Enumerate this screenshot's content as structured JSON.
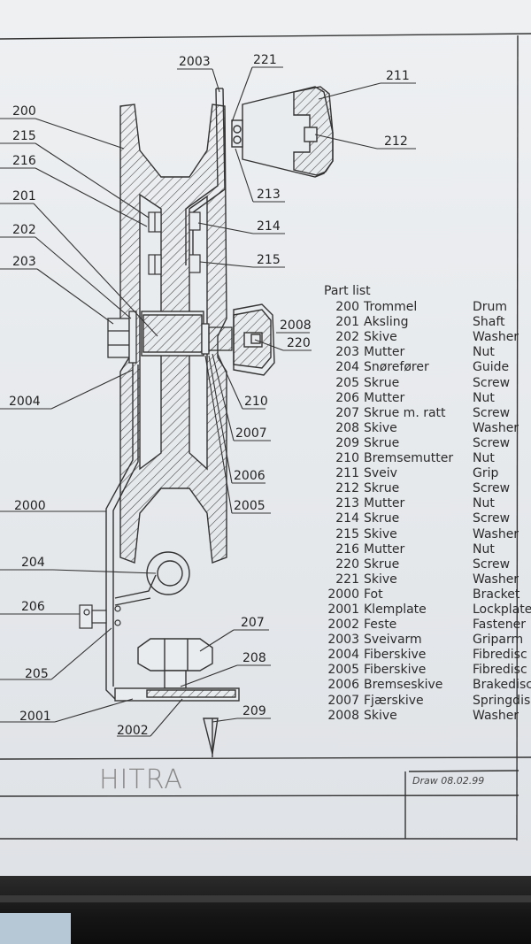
{
  "callouts": {
    "c2003": "2003",
    "c221": "221",
    "c211": "211",
    "c200": "200",
    "c215a": "215",
    "c212": "212",
    "c216": "216",
    "c213": "213",
    "c201": "201",
    "c214": "214",
    "c202": "202",
    "c215b": "215",
    "c203": "203",
    "c2008": "2008",
    "c220": "220",
    "c2004": "2004",
    "c210": "210",
    "c2007": "2007",
    "c2006": "2006",
    "c2000": "2000",
    "c2005": "2005",
    "c204": "204",
    "c206": "206",
    "c207": "207",
    "c208": "208",
    "c205": "205",
    "c209": "209",
    "c2001": "2001",
    "c2002": "2002"
  },
  "part_list": {
    "title": "Part list",
    "rows": [
      {
        "num": "200",
        "no": "Trommel",
        "en": "Drum"
      },
      {
        "num": "201",
        "no": "Aksling",
        "en": "Shaft"
      },
      {
        "num": "202",
        "no": "Skive",
        "en": "Washer"
      },
      {
        "num": "203",
        "no": "Mutter",
        "en": "Nut"
      },
      {
        "num": "204",
        "no": "Snørefører",
        "en": "Guide"
      },
      {
        "num": "205",
        "no": "Skrue",
        "en": "Screw"
      },
      {
        "num": "206",
        "no": "Mutter",
        "en": "Nut"
      },
      {
        "num": "207",
        "no": "Skrue m. ratt",
        "en": "Screw"
      },
      {
        "num": "208",
        "no": "Skive",
        "en": "Washer"
      },
      {
        "num": "209",
        "no": "Skrue",
        "en": "Screw"
      },
      {
        "num": "210",
        "no": "Bremsemutter",
        "en": "Nut"
      },
      {
        "num": "211",
        "no": "Sveiv",
        "en": "Grip"
      },
      {
        "num": "212",
        "no": "Skrue",
        "en": "Screw"
      },
      {
        "num": "213",
        "no": "Mutter",
        "en": "Nut"
      },
      {
        "num": "214",
        "no": "Skrue",
        "en": "Screw"
      },
      {
        "num": "215",
        "no": "Skive",
        "en": "Washer"
      },
      {
        "num": "216",
        "no": "Mutter",
        "en": "Nut"
      },
      {
        "num": "220",
        "no": "Skrue",
        "en": "Screw"
      },
      {
        "num": "221",
        "no": "Skive",
        "en": "Washer"
      },
      {
        "num": "2000",
        "no": "Fot",
        "en": "Bracket"
      },
      {
        "num": "2001",
        "no": "Klemplate",
        "en": "Lockplate"
      },
      {
        "num": "2002",
        "no": "Feste",
        "en": "Fastener"
      },
      {
        "num": "2003",
        "no": "Sveivarm",
        "en": "Griparm"
      },
      {
        "num": "2004",
        "no": "Fiberskive",
        "en": "Fibredisc"
      },
      {
        "num": "2005",
        "no": "Fiberskive",
        "en": "Fibredisc"
      },
      {
        "num": "2006",
        "no": "Bremseskive",
        "en": "Brakedisc"
      },
      {
        "num": "2007",
        "no": "Fjærskive",
        "en": "Springdisc"
      },
      {
        "num": "2008",
        "no": "Skive",
        "en": "Washer"
      }
    ]
  },
  "title_block": {
    "name": "HITRA",
    "draw": "Draw 08.02.99"
  }
}
